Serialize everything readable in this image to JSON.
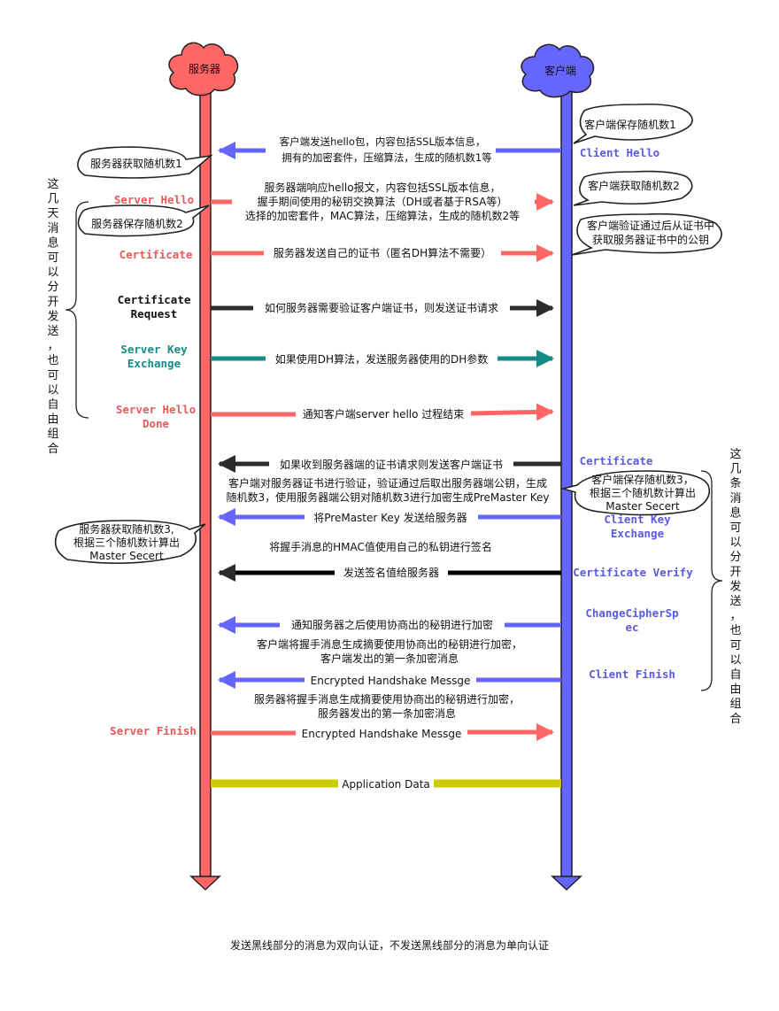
{
  "colors": {
    "server": "#ff6666",
    "client": "#6666ff",
    "black": "#2b2b2b",
    "teal": "#158b87",
    "olive": "#cccc00"
  },
  "actors": {
    "server": "服务器",
    "client": "客户端"
  },
  "messages": {
    "client_hello": {
      "label": "Client Hello",
      "text": [
        "客户端发送hello包，内容包括SSL版本信息，",
        "拥有的加密套件，压缩算法，生成的随机数1等"
      ]
    },
    "server_hello": {
      "label": "Server Hello",
      "text": [
        "服务器端响应hello报文，内容包括SSL版本信息，",
        "握手期间使用的秘钥交换算法（DH或者基于RSA等）",
        "选择的加密套件，MAC算法，压缩算法，生成的随机数2等"
      ]
    },
    "certificate": {
      "label": "Certificate",
      "text": "服务器发送自己的证书（匿名DH算法不需要）"
    },
    "certificate_request": {
      "label": [
        "Certificate",
        "Request"
      ],
      "text": "如何服务器需要验证客户端证书，则发送证书请求"
    },
    "server_key_exchange": {
      "label": [
        "Server Key",
        "Exchange"
      ],
      "text": "如果使用DH算法，发送服务器使用的DH参数"
    },
    "server_hello_done": {
      "label": [
        "Server Hello",
        "Done"
      ],
      "text": "通知客户端server hello 过程结束"
    },
    "client_certificate": {
      "label": "Certificate",
      "text": "如果收到服务器端的证书请求则发送客户端证书"
    },
    "client_key_exchange": {
      "label": [
        "Client Key",
        "Exchange"
      ],
      "pre_text": [
        "客户端对服务器证书进行验证，验证通过后取出服务器端公钥，生成",
        "随机数3，使用服务器端公钥对随机数3进行加密生成PreMaster Key"
      ],
      "text": "将PreMaster Key 发送给服务器"
    },
    "certificate_verify": {
      "label": "Certificate Verify",
      "pre_text": "将握手消息的HMAC值使用自己的私钥进行签名",
      "text": "发送签名值给服务器"
    },
    "change_cipher_spec": {
      "label": [
        "ChangeCipherSp",
        "ec"
      ],
      "text": "通知服务器之后使用协商出的秘钥进行加密"
    },
    "client_finish": {
      "label": "Client Finish",
      "pre_text": [
        "客户端将握手消息生成摘要使用协商出的秘钥进行加密，",
        "客户端发出的第一条加密消息"
      ],
      "text": "Encrypted Handshake Messge"
    },
    "server_finish": {
      "label": "Server Finish",
      "pre_text": [
        "服务器将握手消息生成摘要使用协商出的秘钥进行加密，",
        "服务器发出的第一条加密消息"
      ],
      "text": "Encrypted Handshake Messge"
    },
    "application_data": {
      "text": "Application Data"
    }
  },
  "notes": {
    "client_save_random1": "客户端保存随机数1",
    "server_get_random1": "服务器获取随机数1",
    "client_get_random2": "客户端获取随机数2",
    "server_save_random2": "服务器保存随机数2",
    "client_verify_cert": [
      "客户端验证通过后从证书中",
      "获取服务器证书中的公钥"
    ],
    "client_save_random3": [
      "客户端保存随机数3，",
      "根据三个随机数计算出",
      "Master Secert"
    ],
    "server_get_random3": [
      "服务器获取随机数3,",
      "根据三个随机数计算出",
      "Master Secert"
    ]
  },
  "brace_notes": {
    "left": "这几天消息可以分开发送，也可以自由组合",
    "right": "这几条消息可以分开发送，也可以自由组合"
  },
  "footer": "发送黑线部分的消息为双向认证，不发送黑线部分的消息为单向认证"
}
